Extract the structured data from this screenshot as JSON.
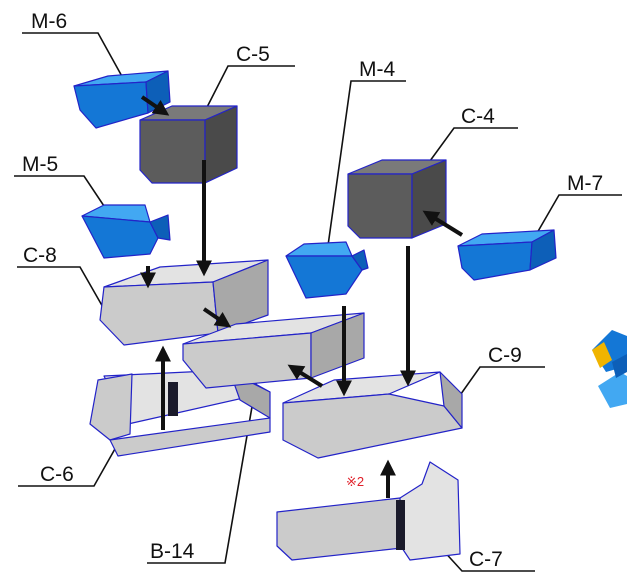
{
  "labels": {
    "m6": "M-6",
    "c5": "C-5",
    "m4": "M-4",
    "c4": "C-4",
    "m5": "M-5",
    "m7": "M-7",
    "c8": "C-8",
    "c9": "C-9",
    "c6": "C-6",
    "b14": "B-14",
    "c7": "C-7"
  },
  "note": "※2",
  "colors": {
    "blue_top": "#42a8f2",
    "blue_front": "#1477d6",
    "blue_side": "#0d5fb8",
    "dark_top": "#7a7a7a",
    "dark_front": "#5c5c5c",
    "dark_side": "#4a4a4a",
    "gray_top": "#e3e3e3",
    "gray_front": "#cbcbcb",
    "gray_side": "#a8a8a8",
    "note_red": "#e0202a",
    "accent_yellow": "#f0b400"
  }
}
